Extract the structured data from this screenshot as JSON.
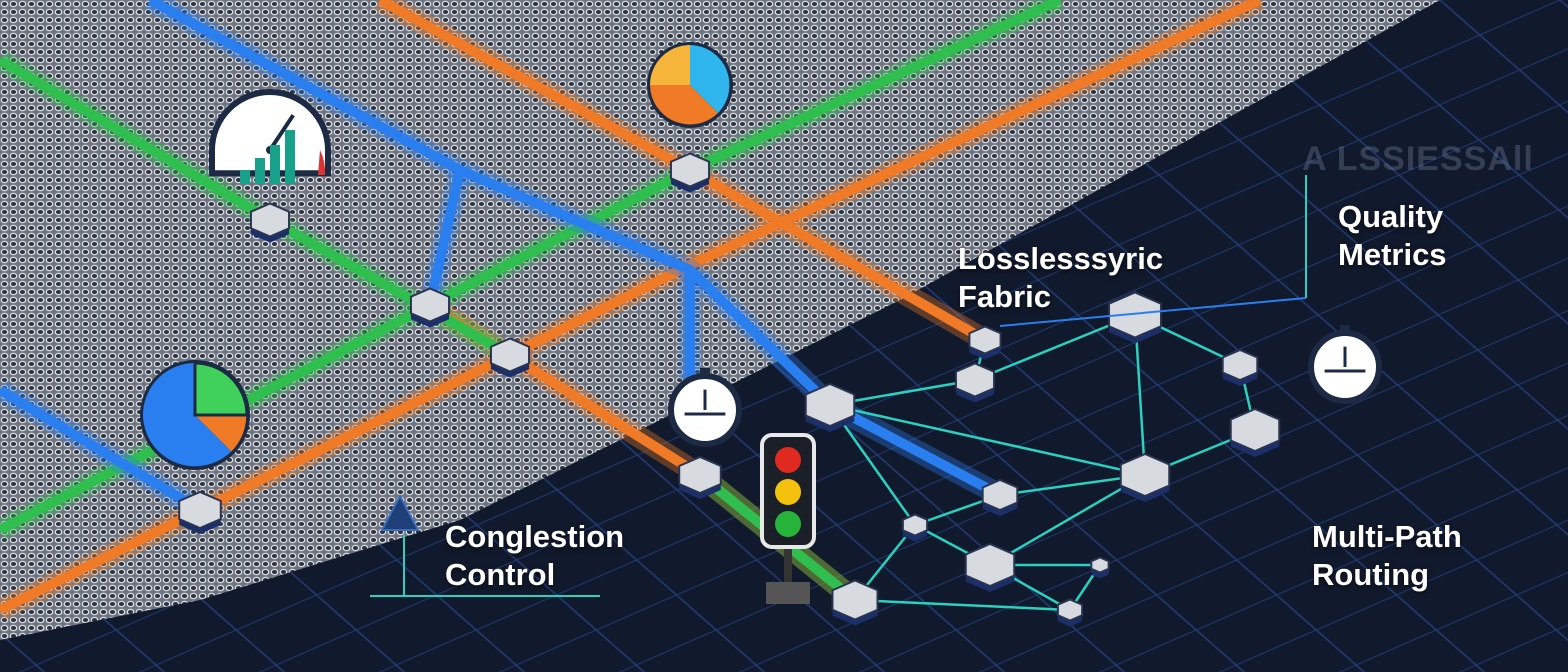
{
  "labels": {
    "fabric": [
      "Losslesssyric",
      "Fabric"
    ],
    "quality": [
      "Quality",
      "Metrics"
    ],
    "congestion": [
      "Conglestion",
      "Control"
    ],
    "routing": [
      "Multi-Path",
      "Routing"
    ],
    "watermark": "A LSSIESSAll"
  },
  "icons": [
    "speedometer-icon",
    "pie-chart-icon",
    "pie-chart-icon",
    "stopwatch-icon",
    "stopwatch-icon",
    "traffic-light-icon",
    "warning-icon"
  ],
  "colors": {
    "orange": "#f07a25",
    "green": "#2fbf4f",
    "blue": "#2a7ff0",
    "teal": "#2ad0c0",
    "background": "#111a2c"
  }
}
